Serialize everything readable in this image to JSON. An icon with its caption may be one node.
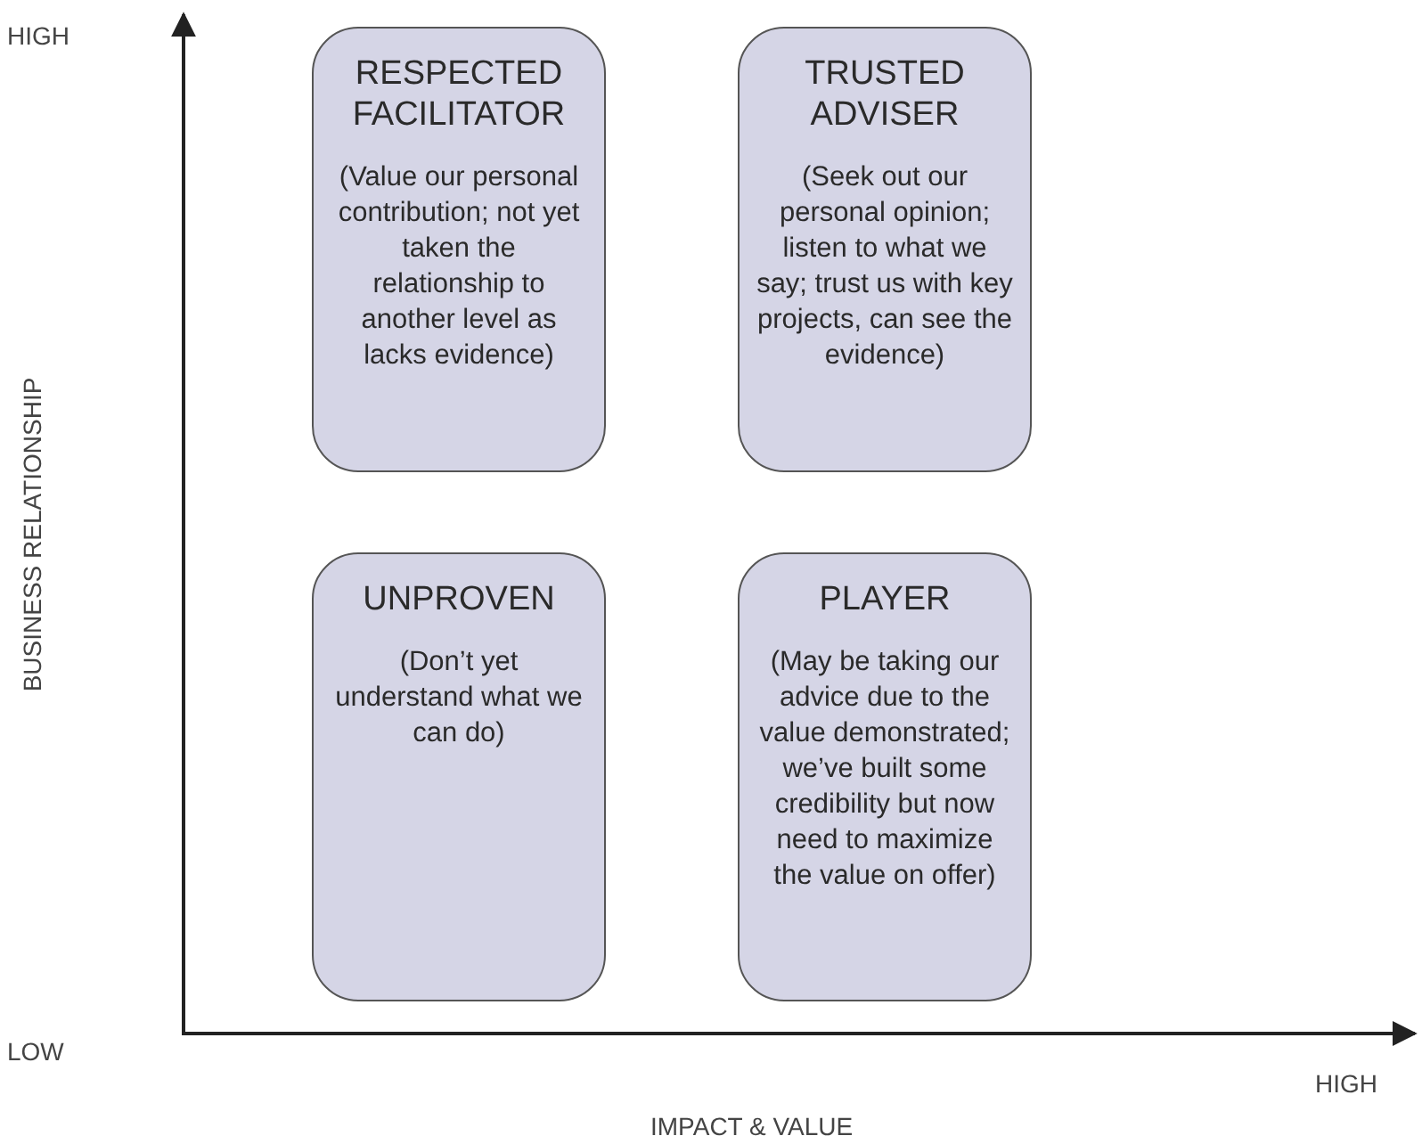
{
  "diagram": {
    "nodes": [
      {
        "text": [
          "RESPECTED FACILITATOR",
          "(Value our personal contribution; not yet taken the relationship to another level as lacks evidence)"
        ]
      },
      {
        "text": [
          "TRUSTED ADVISER",
          "(Seek out our personal opinion; listen to what we say; trust us with key projects, can see the evidence)"
        ]
      },
      {
        "text": [
          "UNPROVEN",
          "(Don’t yet understand what we can do)"
        ]
      },
      {
        "text": [
          "PLAYER",
          "(May be taking our advice due to the value demonstrated; we’ve built some credibility but now need to maximize the value on offer)"
        ]
      }
    ],
    "labels": [
      "HIGH",
      "BUSINESS RELATIONSHIP",
      "LOW",
      "HIGH",
      "IMPACT & VALUE"
    ]
  }
}
